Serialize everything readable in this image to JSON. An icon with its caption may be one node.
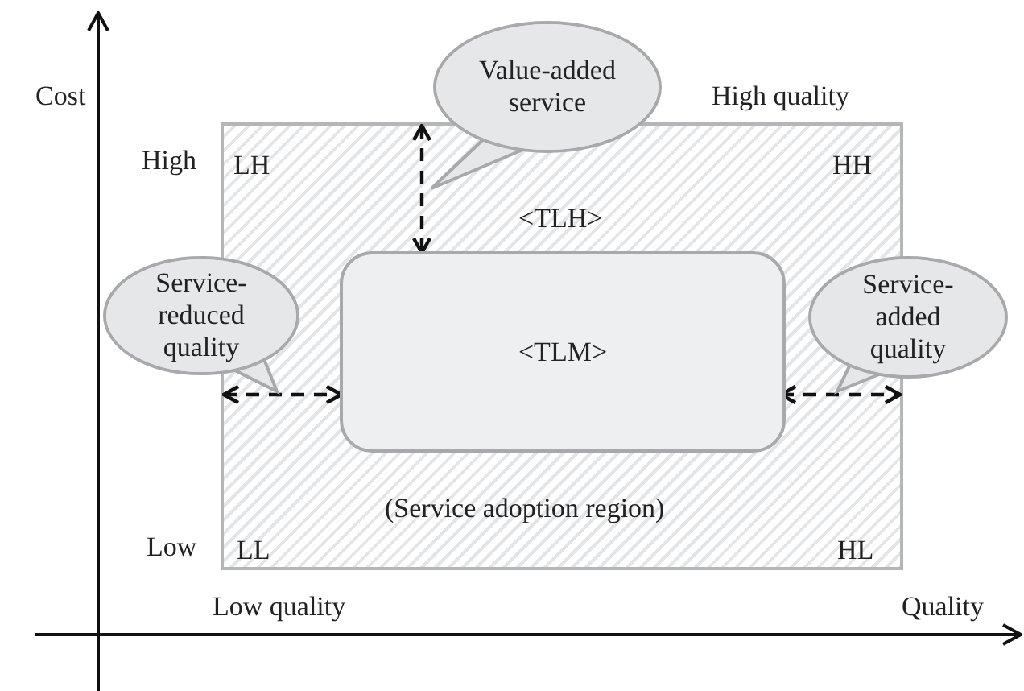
{
  "diagram": {
    "nodes": [
      {
        "text": [
          "LH",
          "HH",
          "<TLH>",
          "(Service adoption region)",
          "LL",
          "HL"
        ]
      },
      {
        "text": [
          "<TLM>"
        ],
        "in": 0
      },
      {
        "text": [
          "Value-added service"
        ]
      },
      {
        "text": [
          "Service-reduced quality"
        ]
      },
      {
        "text": [
          "Service-added quality"
        ]
      }
    ],
    "edges": [
      {
        "from": 0,
        "to": 1,
        "arrow": "both",
        "style": "dashed"
      },
      {
        "from": 0,
        "to": 1,
        "arrow": "both",
        "style": "dashed"
      },
      {
        "from": 1,
        "to": 0,
        "arrow": "both",
        "style": "dashed"
      }
    ],
    "labels": [
      "Cost",
      "High quality",
      "High",
      "Low",
      "Low quality",
      "Quality"
    ]
  }
}
